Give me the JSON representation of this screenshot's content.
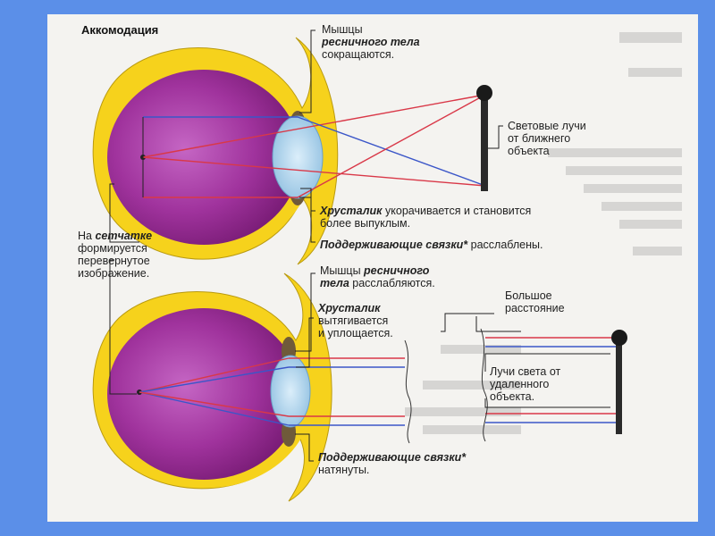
{
  "title": "Аккомодация",
  "top": {
    "muscles": {
      "line1": "Мышцы",
      "strong": "ресничного тела",
      "rest": "сокращаются."
    },
    "rays": {
      "line1": "Световые лучи",
      "line2": "от ближнего",
      "line3": "объекта"
    },
    "lens": {
      "strong": "Хрусталик",
      "rest1": " укорачивается и становится",
      "rest2": "более выпуклым."
    },
    "ligaments": {
      "strong": "Поддерживающие связки*",
      "rest": " расслаблены."
    }
  },
  "retina": {
    "line1a": "На ",
    "strong": "сетчатке",
    "line2": "формируется",
    "line3": "перевернутое",
    "line4": "изображение."
  },
  "bottom": {
    "muscles": {
      "line1a": "Мышцы ",
      "strong1": "ресничного",
      "strong2": "тела",
      "rest": " расслабляются."
    },
    "lens": {
      "strong": "Хрусталик",
      "rest1": "вытягивается",
      "rest2": "и уплощается."
    },
    "distance": {
      "line1": "Большое",
      "line2": "расстояние"
    },
    "rays": {
      "line1": "Лучи света от",
      "line2": "удаленного",
      "line3": "объекта."
    },
    "ligaments": {
      "strong": "Поддерживающие связки*",
      "rest": "натянуты."
    }
  },
  "colors": {
    "background": "#5b8fe8",
    "panel": "#f4f3f0",
    "eye_outer": "#f5d318",
    "eye_inner": "#a63aa0",
    "lens": "#a9cfe8",
    "ray_red": "#d93848",
    "ray_blue": "#3b56c8"
  }
}
